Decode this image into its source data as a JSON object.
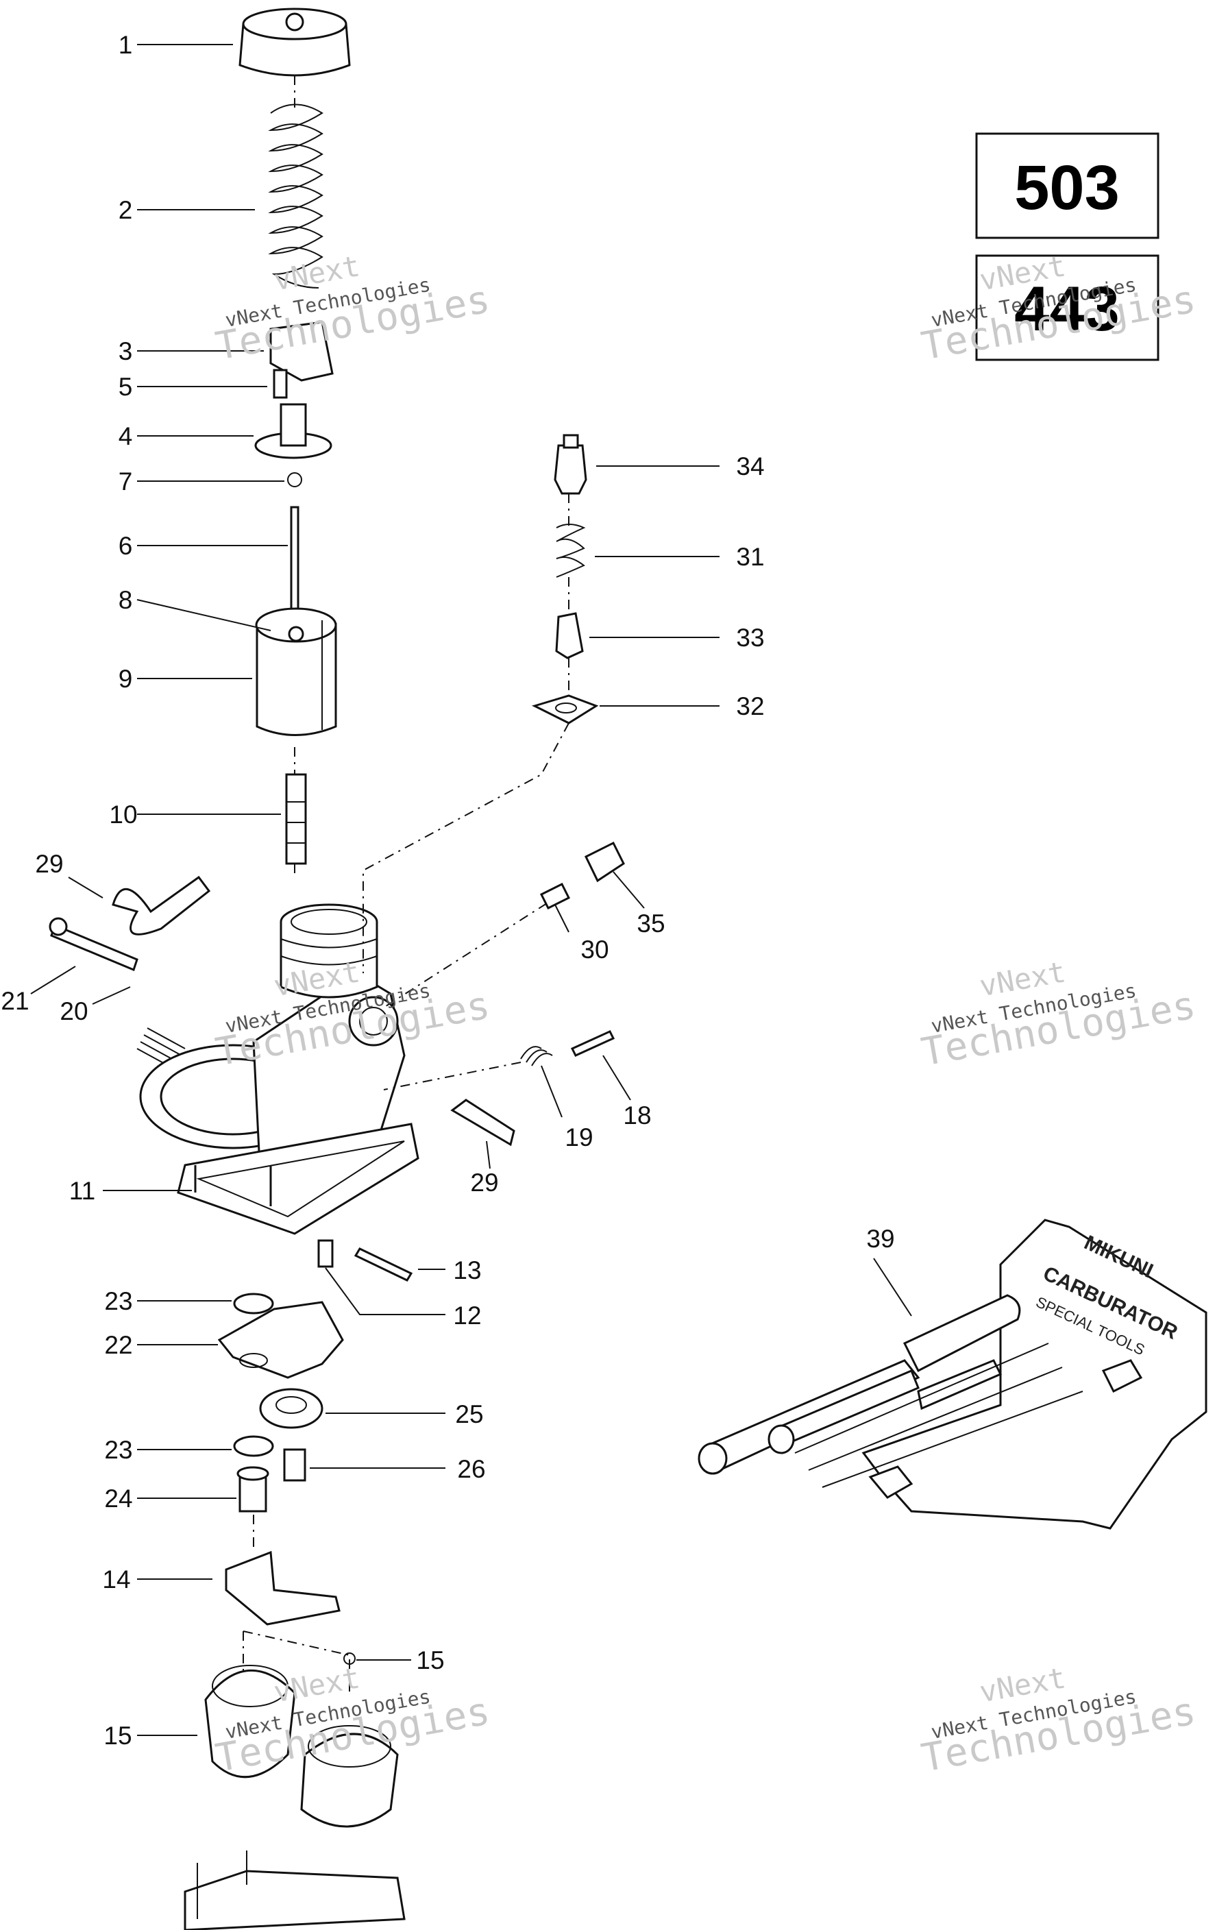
{
  "model_boxes": [
    {
      "label": "503"
    },
    {
      "label": "443"
    }
  ],
  "callouts": [
    {
      "num": "1"
    },
    {
      "num": "2"
    },
    {
      "num": "3"
    },
    {
      "num": "5"
    },
    {
      "num": "4"
    },
    {
      "num": "7"
    },
    {
      "num": "6"
    },
    {
      "num": "8"
    },
    {
      "num": "9"
    },
    {
      "num": "10"
    },
    {
      "num": "29"
    },
    {
      "num": "21"
    },
    {
      "num": "20"
    },
    {
      "num": "11"
    },
    {
      "num": "23"
    },
    {
      "num": "22"
    },
    {
      "num": "23"
    },
    {
      "num": "24"
    },
    {
      "num": "14"
    },
    {
      "num": "15"
    },
    {
      "num": "15"
    },
    {
      "num": "34"
    },
    {
      "num": "31"
    },
    {
      "num": "33"
    },
    {
      "num": "32"
    },
    {
      "num": "35"
    },
    {
      "num": "30"
    },
    {
      "num": "18"
    },
    {
      "num": "19"
    },
    {
      "num": "29"
    },
    {
      "num": "13"
    },
    {
      "num": "12"
    },
    {
      "num": "25"
    },
    {
      "num": "26"
    },
    {
      "num": "39"
    }
  ],
  "tool_kit_text": {
    "line1": "MIKUNI",
    "line2": "CARBURATOR",
    "line3": "SPECIAL TOOLS"
  },
  "watermark": {
    "line1": "vNext",
    "line2": "vNext Technologies",
    "line3": "Technologies"
  }
}
